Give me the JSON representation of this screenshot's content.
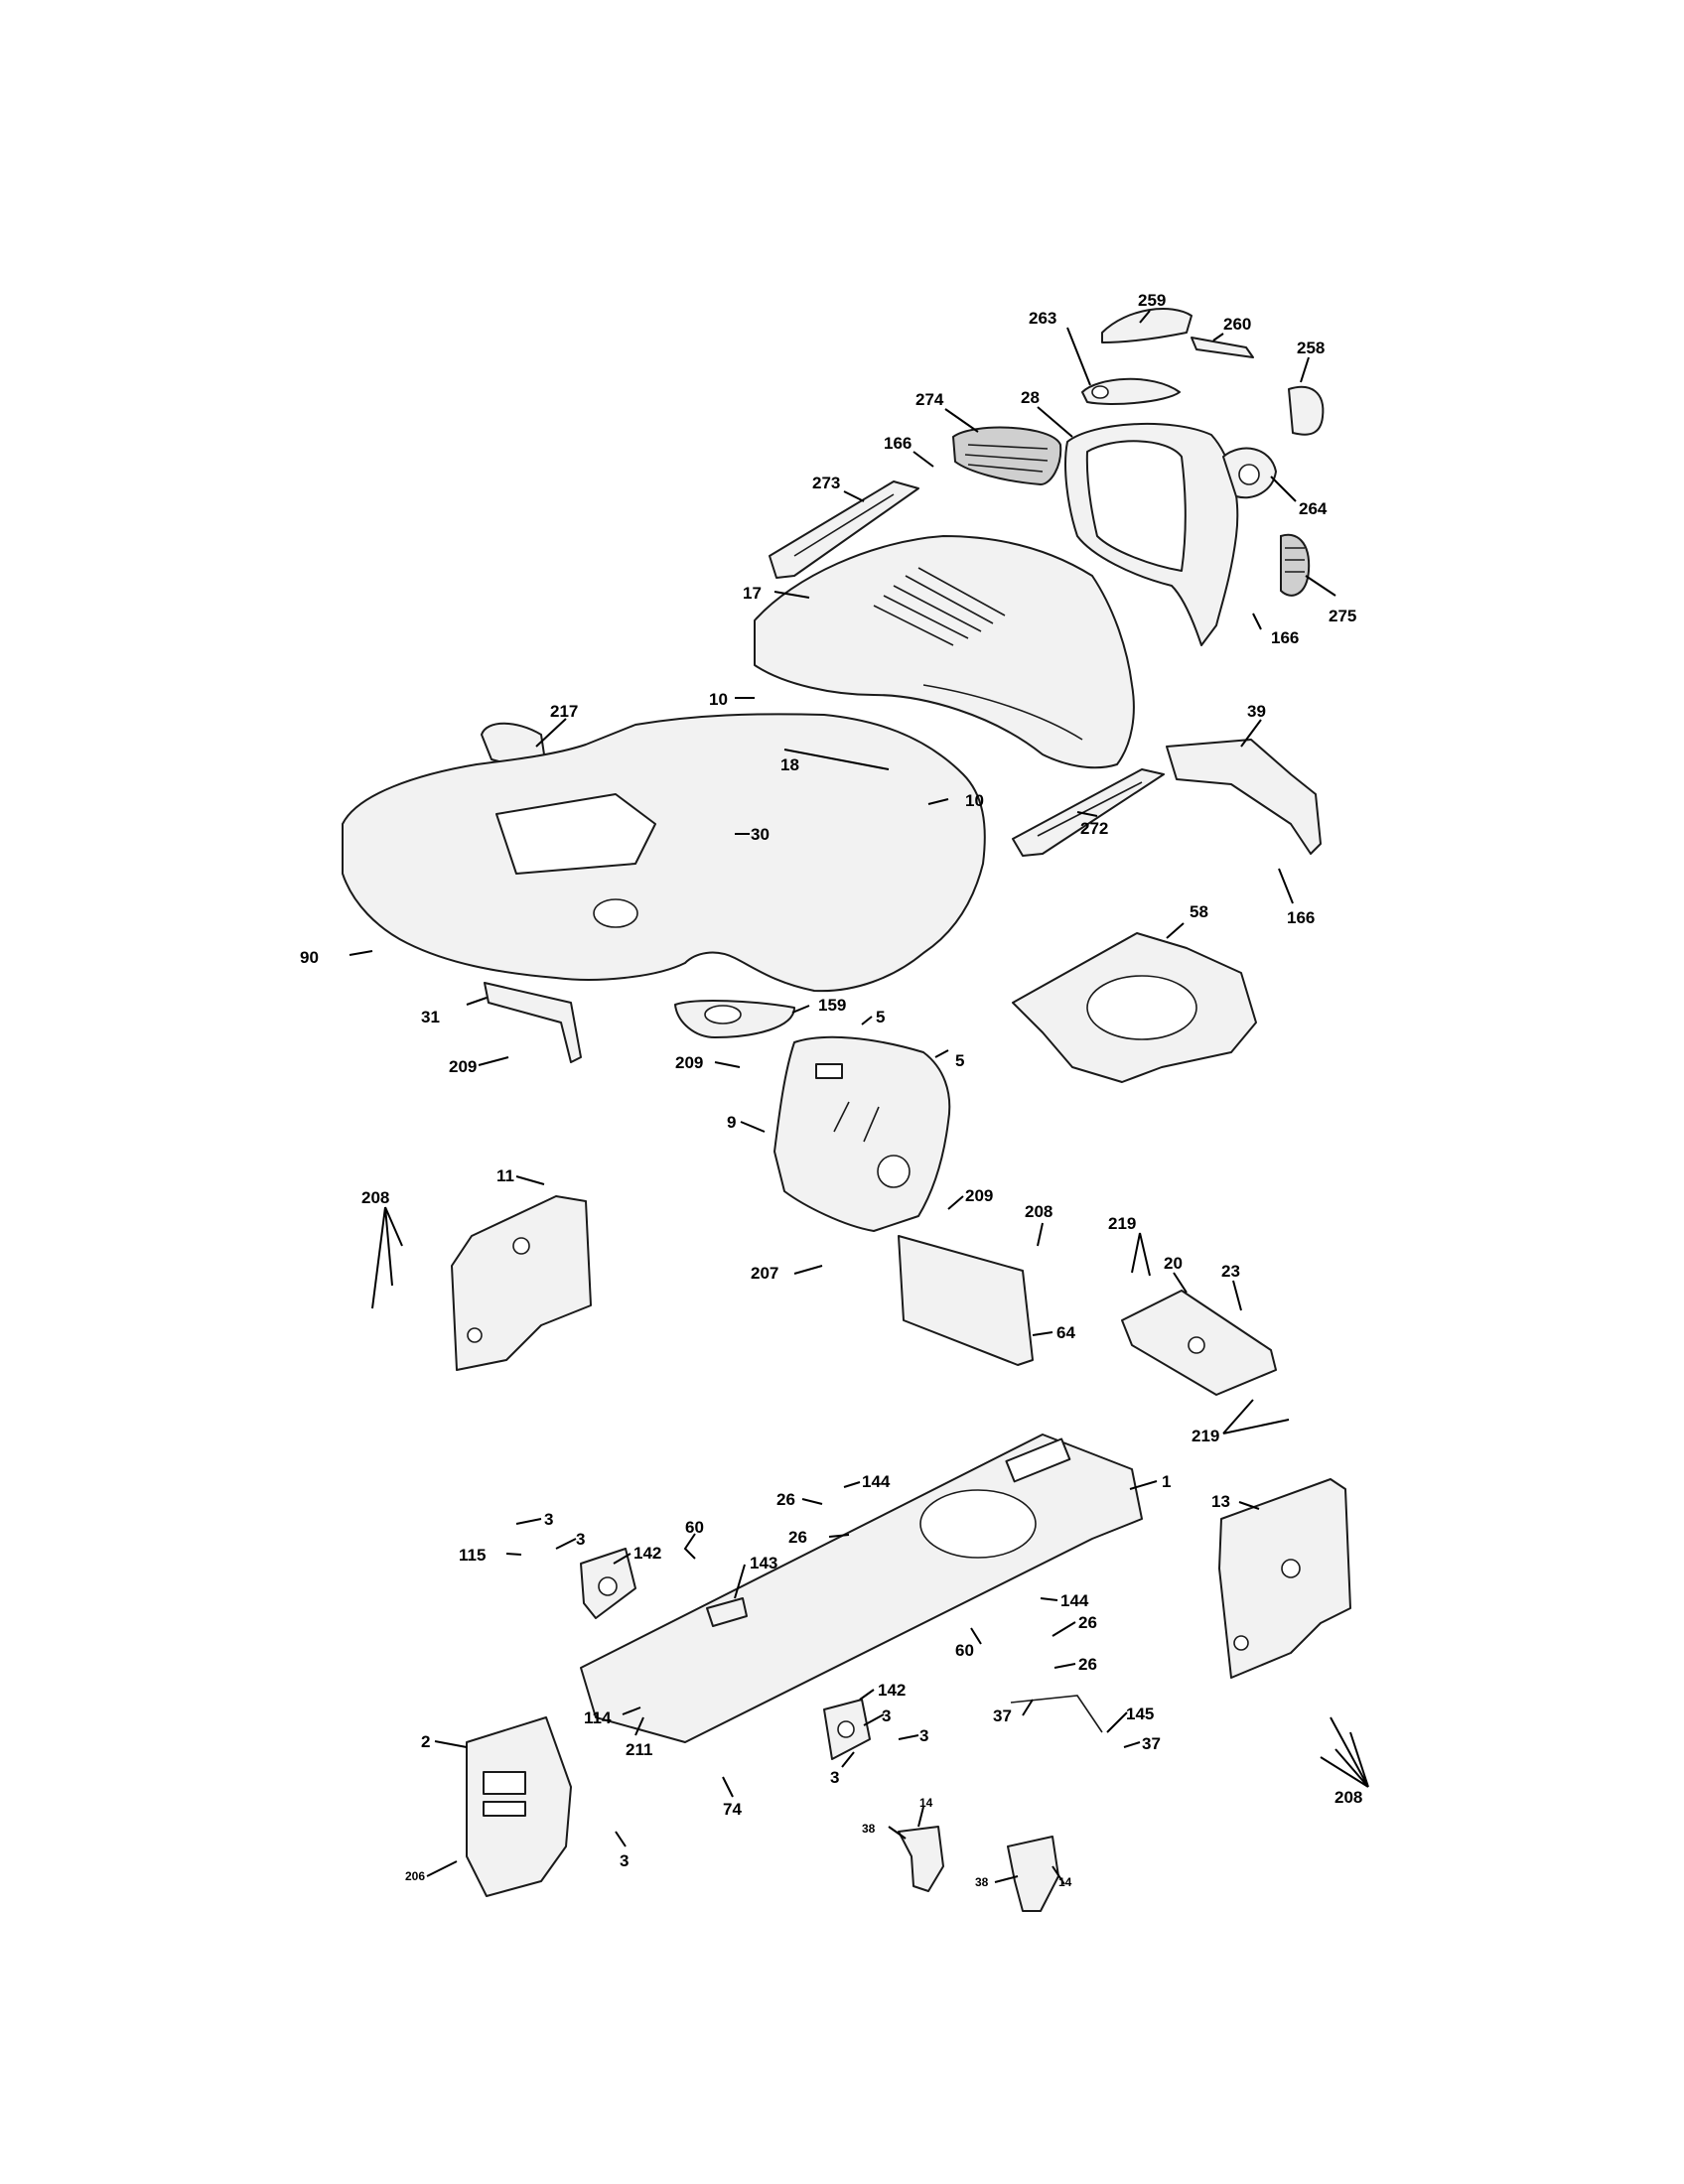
{
  "callouts": [
    {
      "id": "c259",
      "text": "259"
    },
    {
      "id": "c260",
      "text": "260"
    },
    {
      "id": "c258",
      "text": "258"
    },
    {
      "id": "c263",
      "text": "263"
    },
    {
      "id": "c274",
      "text": "274"
    },
    {
      "id": "c28",
      "text": "28"
    },
    {
      "id": "c166a",
      "text": "166"
    },
    {
      "id": "c273",
      "text": "273"
    },
    {
      "id": "c264",
      "text": "264"
    },
    {
      "id": "c17",
      "text": "17"
    },
    {
      "id": "c275",
      "text": "275"
    },
    {
      "id": "c166b",
      "text": "166"
    },
    {
      "id": "c217",
      "text": "217"
    },
    {
      "id": "c10a",
      "text": "10"
    },
    {
      "id": "c18",
      "text": "18"
    },
    {
      "id": "c39",
      "text": "39"
    },
    {
      "id": "c10b",
      "text": "10"
    },
    {
      "id": "c30",
      "text": "30"
    },
    {
      "id": "c272",
      "text": "272"
    },
    {
      "id": "c166c",
      "text": "166"
    },
    {
      "id": "c58",
      "text": "58"
    },
    {
      "id": "c90",
      "text": "90"
    },
    {
      "id": "c159",
      "text": "159"
    },
    {
      "id": "c5a",
      "text": "5"
    },
    {
      "id": "c31",
      "text": "31"
    },
    {
      "id": "c5b",
      "text": "5"
    },
    {
      "id": "c209a",
      "text": "209"
    },
    {
      "id": "c209b",
      "text": "209"
    },
    {
      "id": "c9",
      "text": "9"
    },
    {
      "id": "c11",
      "text": "11"
    },
    {
      "id": "c208a",
      "text": "208"
    },
    {
      "id": "c209c",
      "text": "209"
    },
    {
      "id": "c208b",
      "text": "208"
    },
    {
      "id": "c219a",
      "text": "219"
    },
    {
      "id": "c20",
      "text": "20"
    },
    {
      "id": "c23",
      "text": "23"
    },
    {
      "id": "c207",
      "text": "207"
    },
    {
      "id": "c64",
      "text": "64"
    },
    {
      "id": "c219b",
      "text": "219"
    },
    {
      "id": "c1",
      "text": "1"
    },
    {
      "id": "c144a",
      "text": "144"
    },
    {
      "id": "c13",
      "text": "13"
    },
    {
      "id": "c26a",
      "text": "26"
    },
    {
      "id": "c3a",
      "text": "3"
    },
    {
      "id": "c3b",
      "text": "3"
    },
    {
      "id": "c60a",
      "text": "60"
    },
    {
      "id": "c26b",
      "text": "26"
    },
    {
      "id": "c115",
      "text": "115"
    },
    {
      "id": "c142a",
      "text": "142"
    },
    {
      "id": "c143",
      "text": "143"
    },
    {
      "id": "c144b",
      "text": "144"
    },
    {
      "id": "c26c",
      "text": "26"
    },
    {
      "id": "c60b",
      "text": "60"
    },
    {
      "id": "c26d",
      "text": "26"
    },
    {
      "id": "c142b",
      "text": "142"
    },
    {
      "id": "c114",
      "text": "114"
    },
    {
      "id": "c3c",
      "text": "3"
    },
    {
      "id": "c37a",
      "text": "37"
    },
    {
      "id": "c145",
      "text": "145"
    },
    {
      "id": "c211",
      "text": "211"
    },
    {
      "id": "c3d",
      "text": "3"
    },
    {
      "id": "c2",
      "text": "2"
    },
    {
      "id": "c37b",
      "text": "37"
    },
    {
      "id": "c3e",
      "text": "3"
    },
    {
      "id": "c208c",
      "text": "208"
    },
    {
      "id": "c14a",
      "text": "14"
    },
    {
      "id": "c74",
      "text": "74"
    },
    {
      "id": "c38a",
      "text": "38"
    },
    {
      "id": "c3f",
      "text": "3"
    },
    {
      "id": "c206",
      "text": "206"
    },
    {
      "id": "c38b",
      "text": "38"
    },
    {
      "id": "c14b",
      "text": "14"
    }
  ]
}
